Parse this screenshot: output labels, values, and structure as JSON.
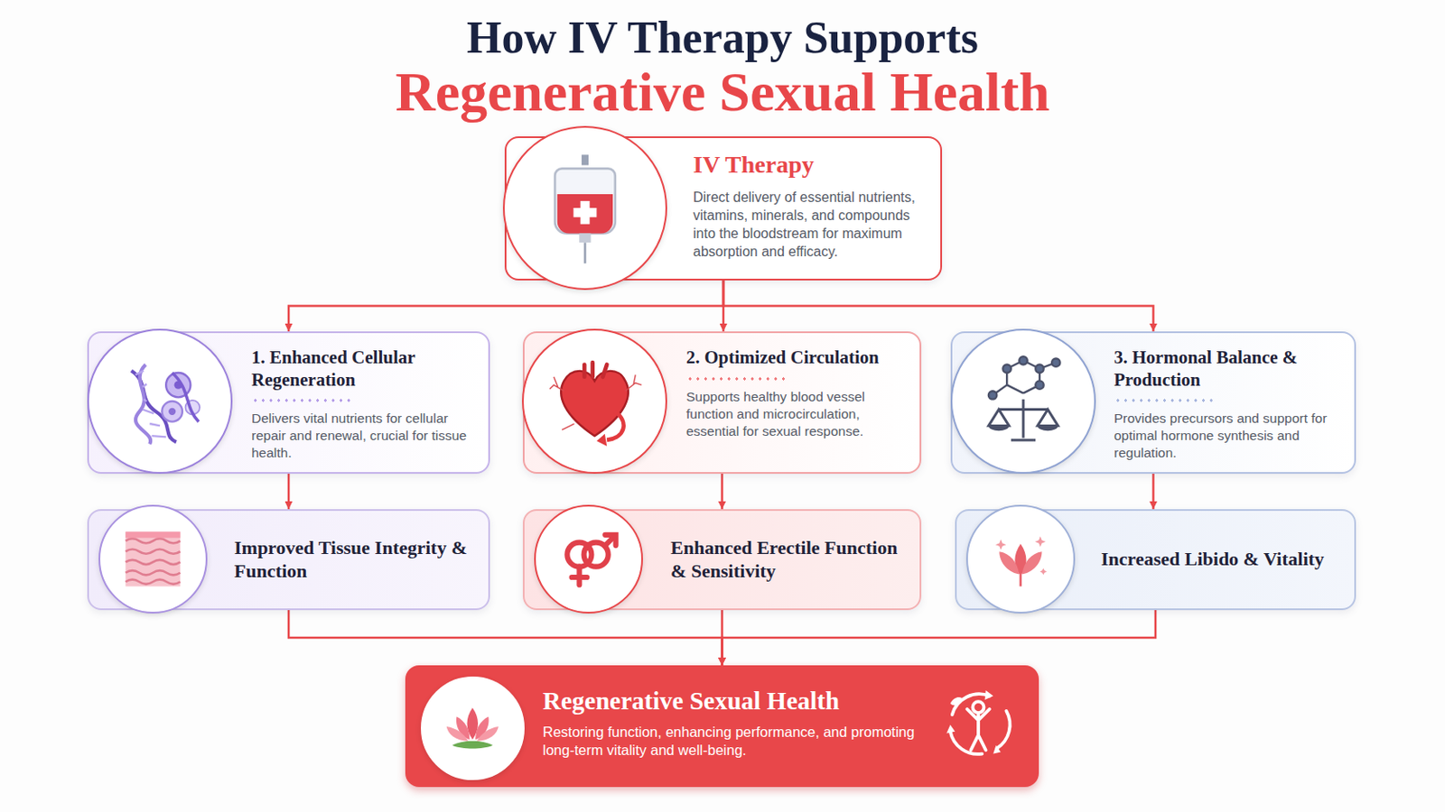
{
  "diagram": {
    "title": "How IV Therapy Supports",
    "nodes": [
      {
        "text": [
          "IV Therapy",
          "Direct delivery of essential nutrients, vitamins, minerals, and compounds into the bloodstream for maximum absorption and efficacy."
        ]
      },
      {
        "text": [
          "1. Enhanced Cellular Regeneration",
          "Delivers vital nutrients for cellular repair and renewal, crucial for tissue health."
        ]
      },
      {
        "text": [
          "2. Optimized Circulation",
          "Supports healthy blood vessel function and microcirculation, essential for sexual response."
        ]
      },
      {
        "text": [
          "3. Hormonal Balance & Production",
          "Provides precursors and support for optimal hormone synthesis and regulation."
        ]
      },
      {
        "text": [
          "Improved Tissue Integrity & Function"
        ]
      },
      {
        "text": [
          "Enhanced Erectile Function & Sensitivity"
        ]
      },
      {
        "text": [
          "Increased Libido & Vitality"
        ]
      },
      {
        "text": [
          "Regenerative Sexual Health",
          "Restoring function, enhancing performance, and promoting long-term vitality and well-being."
        ]
      }
    ],
    "edges": [
      {
        "from": 0,
        "to": 1,
        "arrow": "to"
      },
      {
        "from": 0,
        "to": 2,
        "arrow": "to"
      },
      {
        "from": 0,
        "to": 3,
        "arrow": "to"
      },
      {
        "from": 1,
        "to": 4,
        "arrow": "to"
      },
      {
        "from": 2,
        "to": 5,
        "arrow": "to"
      },
      {
        "from": 3,
        "to": 6,
        "arrow": "to"
      },
      {
        "from": 4,
        "to": 7,
        "arrow": "to"
      },
      {
        "from": 5,
        "to": 7,
        "arrow": "to"
      },
      {
        "from": 6,
        "to": 7,
        "arrow": "to"
      }
    ],
    "labels": [
      "Regenerative Sexual Health"
    ]
  }
}
